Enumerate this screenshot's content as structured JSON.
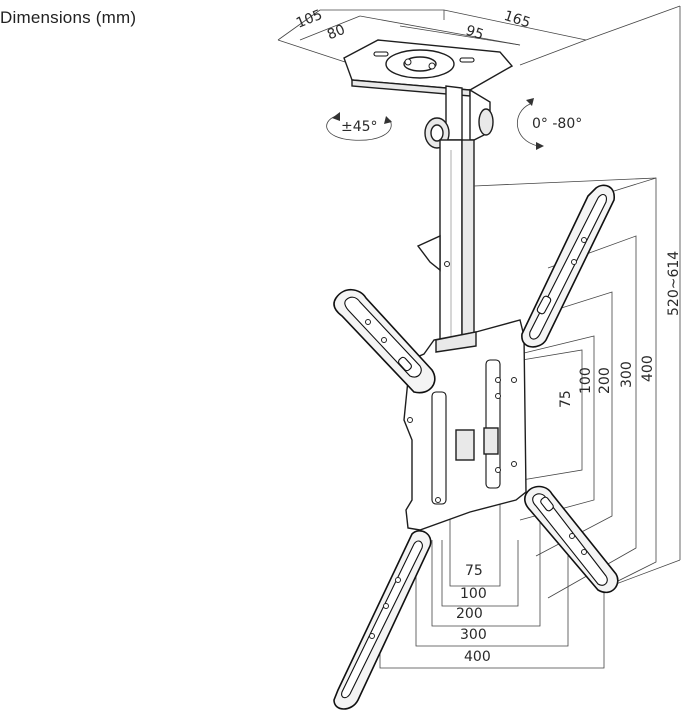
{
  "title": "Dimensions (mm)",
  "dims": {
    "top_105": "105",
    "top_80": "80",
    "top_95": "95",
    "top_165": "165",
    "height": "520~614",
    "tilt": "0° -80°",
    "swivel": "±45°",
    "v75": "75",
    "v100": "100",
    "v200": "200",
    "v300": "300",
    "v400": "400",
    "h75": "75",
    "h100": "100",
    "h200": "200",
    "h300": "300",
    "h400": "400"
  },
  "colors": {
    "line": "#1e1e1e",
    "text": "#2a2a2a"
  },
  "icons": [
    "swivel-arrow-icon",
    "tilt-arrow-icon"
  ]
}
